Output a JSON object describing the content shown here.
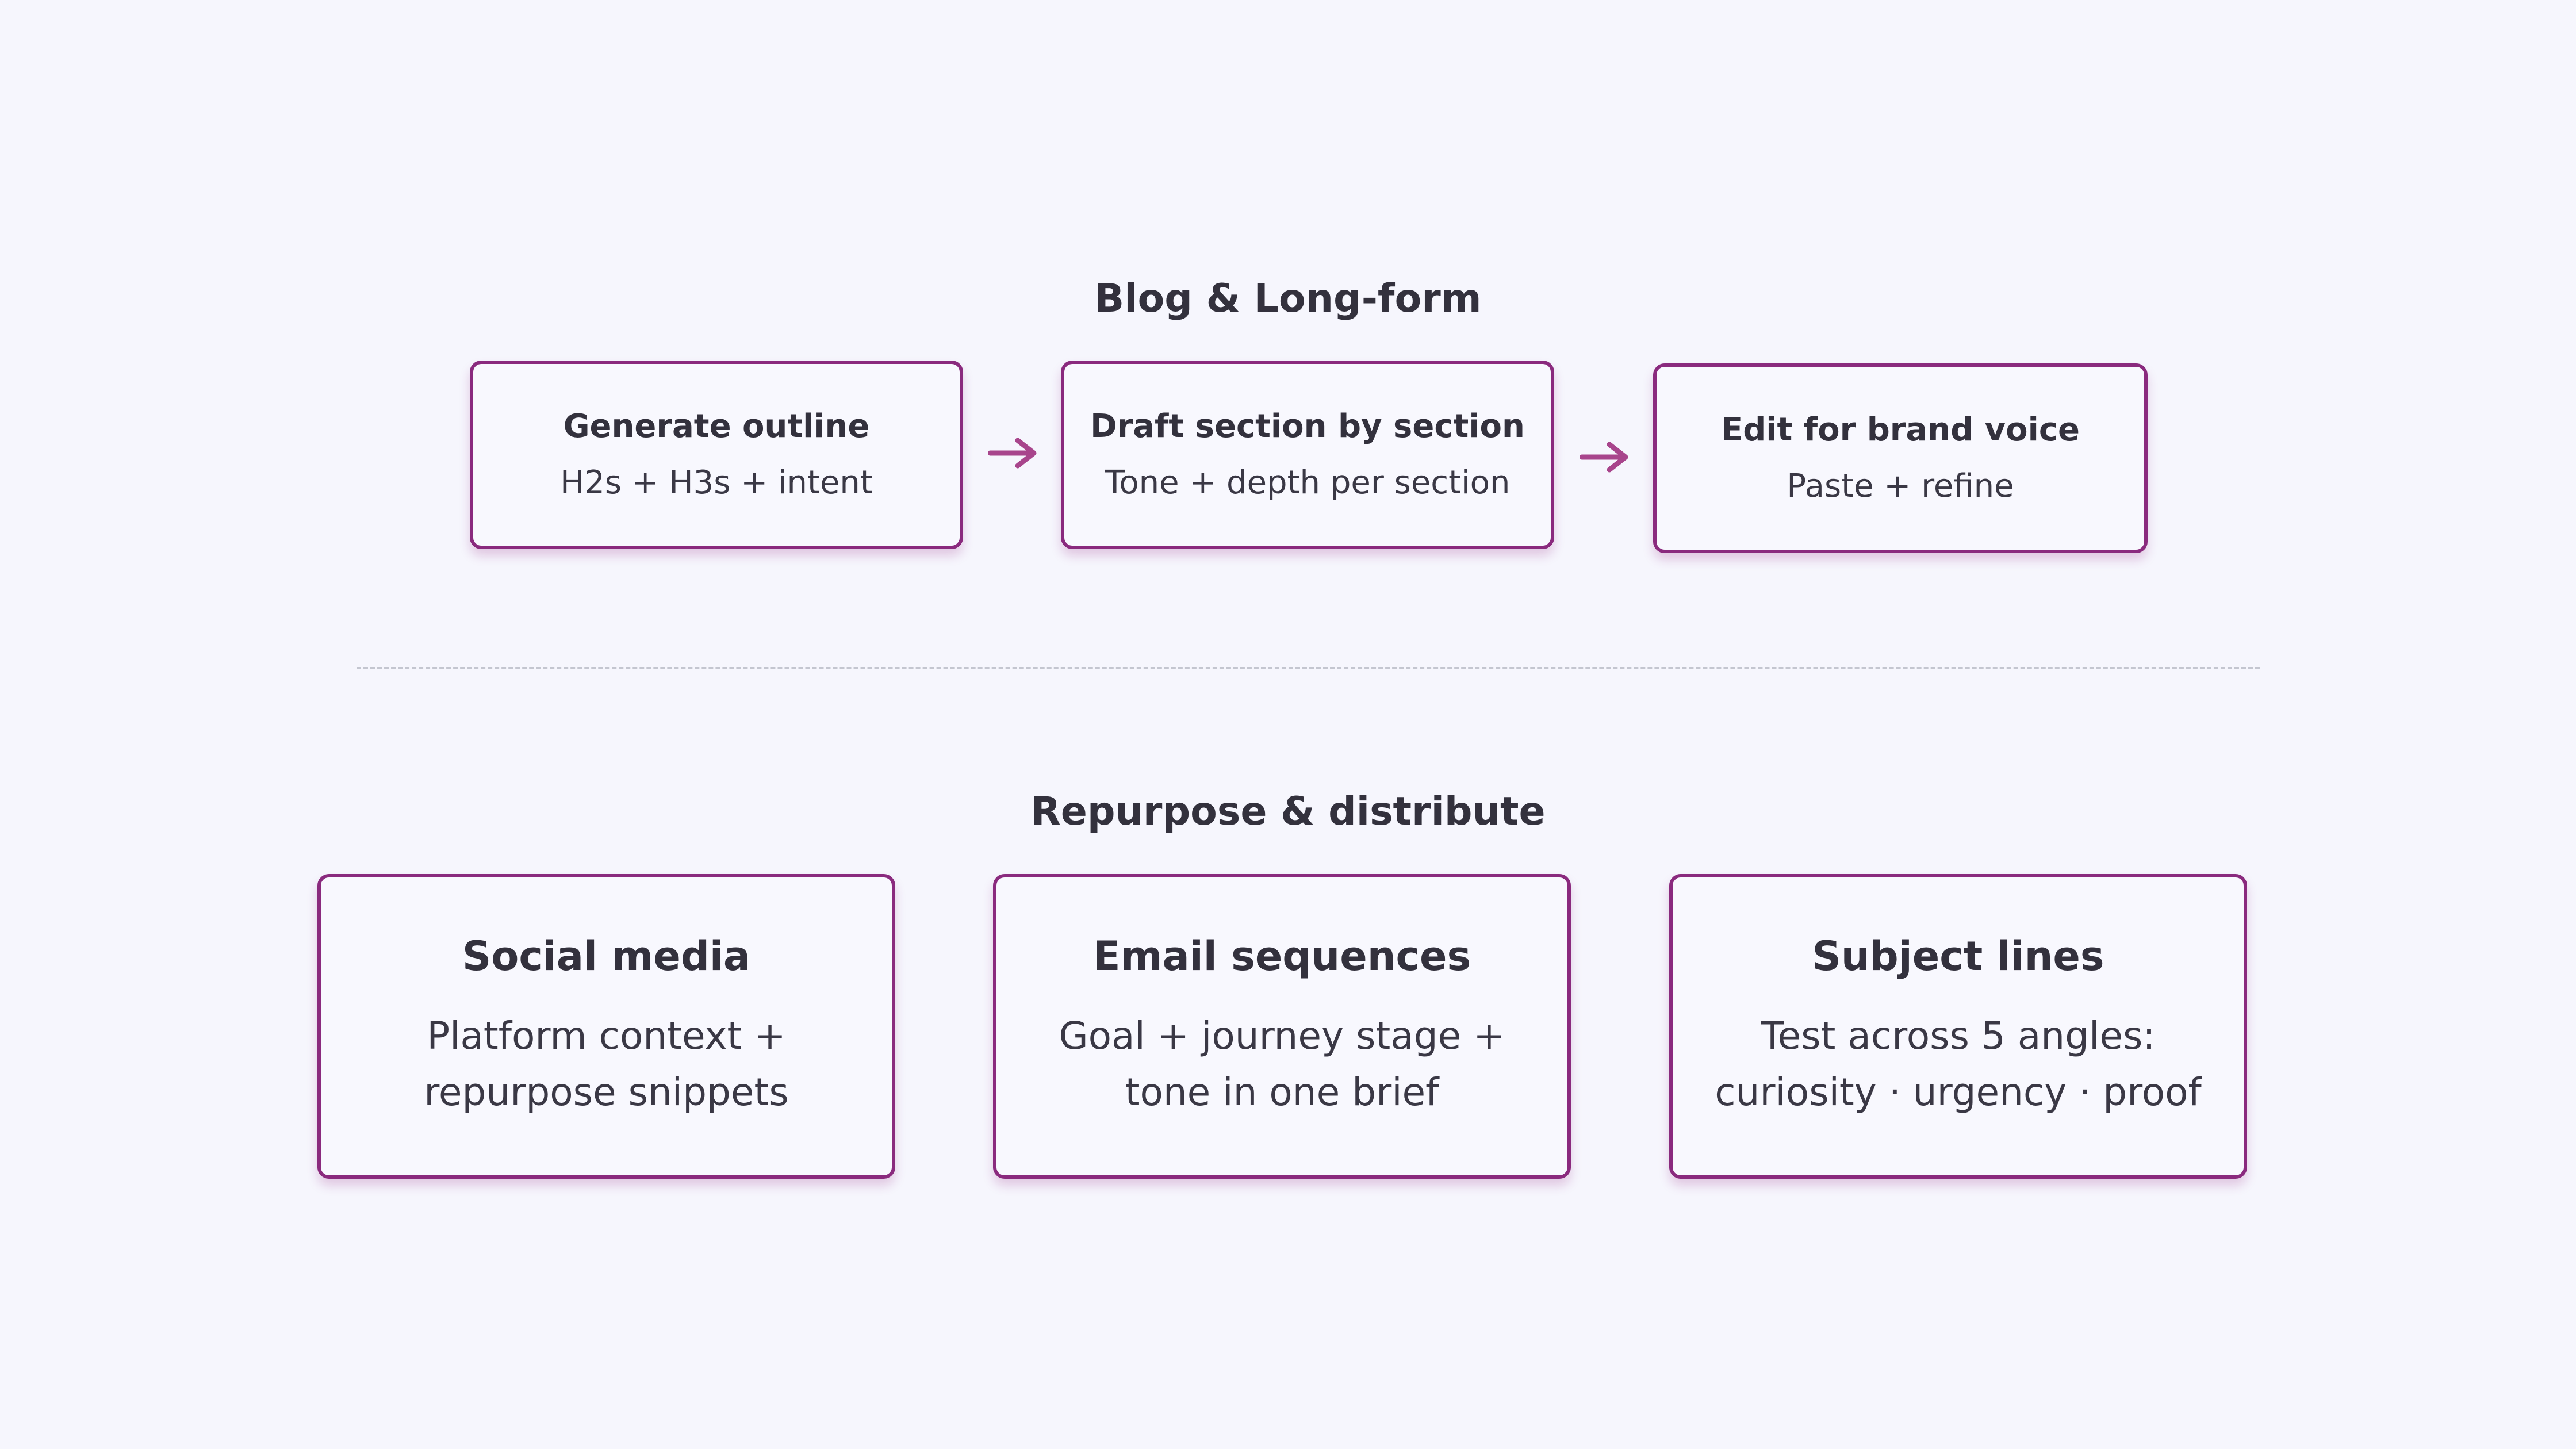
{
  "sections": {
    "blog": {
      "title": "Blog & Long-form",
      "steps": [
        {
          "title": "Generate outline",
          "subtitle": "H2s + H3s + intent"
        },
        {
          "title": "Draft section by section",
          "subtitle": "Tone + depth per section"
        },
        {
          "title": "Edit for brand voice",
          "subtitle": "Paste + refine"
        }
      ]
    },
    "repurpose": {
      "title": "Repurpose & distribute",
      "cards": [
        {
          "title": "Social media",
          "line1": "Platform context +",
          "line2": "repurpose snippets"
        },
        {
          "title": "Email sequences",
          "line1": "Goal + journey stage +",
          "line2": "tone in one brief"
        },
        {
          "title": "Subject lines",
          "line1": "Test across 5 angles:",
          "line2": "curiosity · urgency · proof"
        }
      ]
    }
  },
  "colors": {
    "accent": "#8a2a7e",
    "arrow": "#a8458c",
    "background": "#f6f6fd",
    "text": "#33313d",
    "divider": "#c4c6d0"
  },
  "icons": {
    "flow_arrow": "right-arrow-icon"
  }
}
